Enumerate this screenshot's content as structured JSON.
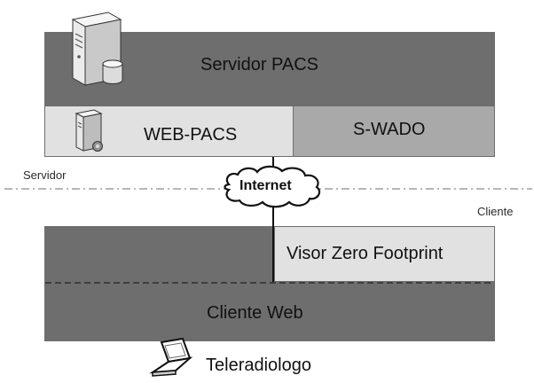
{
  "diagram": {
    "server_block": {
      "title": "Servidor PACS",
      "web_pacs": "WEB-PACS",
      "s_wado": "S-WADO"
    },
    "network": {
      "server_zone_label": "Servidor",
      "client_zone_label": "Cliente",
      "internet_label": "Internet"
    },
    "client_block": {
      "viewer": "Visor Zero Footprint",
      "web_client": "Cliente Web",
      "user": "Teleradiologo"
    },
    "icons": {
      "server_tower": "server-tower-icon",
      "small_server": "small-server-icon",
      "cloud": "cloud-icon",
      "laptop": "laptop-icon"
    },
    "colors": {
      "dark_block": "#6e6e6e",
      "light_block": "#e1e1e1",
      "medium_block": "#a9a9a9"
    }
  }
}
